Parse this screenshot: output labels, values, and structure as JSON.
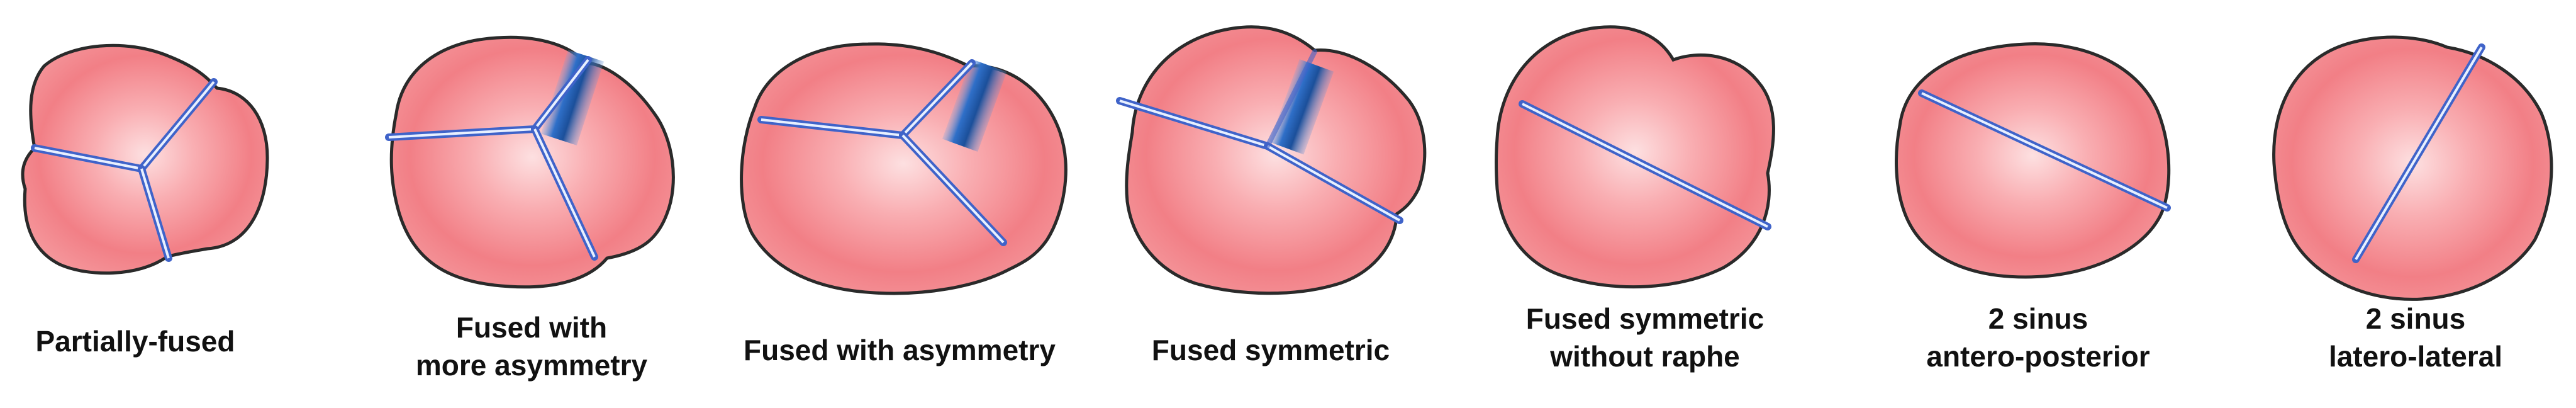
{
  "figure": {
    "panels": [
      {
        "id": "partially-fused",
        "label_lines": [
          "Partially-fused"
        ],
        "raphe": false,
        "commissures": 3
      },
      {
        "id": "fused-more-asymmetry",
        "label_lines": [
          "Fused with",
          "more asymmetry"
        ],
        "raphe": true,
        "commissures": 3
      },
      {
        "id": "fused-asymmetry",
        "label_lines": [
          "Fused with asymmetry"
        ],
        "raphe": true,
        "commissures": 3
      },
      {
        "id": "fused-symmetric",
        "label_lines": [
          "Fused symmetric"
        ],
        "raphe": true,
        "commissures": 3
      },
      {
        "id": "fused-symmetric-no-raphe",
        "label_lines": [
          "Fused symmetric",
          "without raphe"
        ],
        "raphe": false,
        "commissures": 2
      },
      {
        "id": "two-sinus-ap",
        "label_lines": [
          "2 sinus",
          "antero-posterior"
        ],
        "raphe": false,
        "commissures": 2
      },
      {
        "id": "two-sinus-ll",
        "label_lines": [
          "2 sinus",
          "latero-lateral"
        ],
        "raphe": false,
        "commissures": 2
      }
    ],
    "colors": {
      "leaflet_fill": "#f27f86",
      "leaflet_center": "#fcd3d5",
      "outline": "#2a2a2a",
      "commissure": "#3f63c9",
      "raphe": "#1f5fb0"
    }
  }
}
